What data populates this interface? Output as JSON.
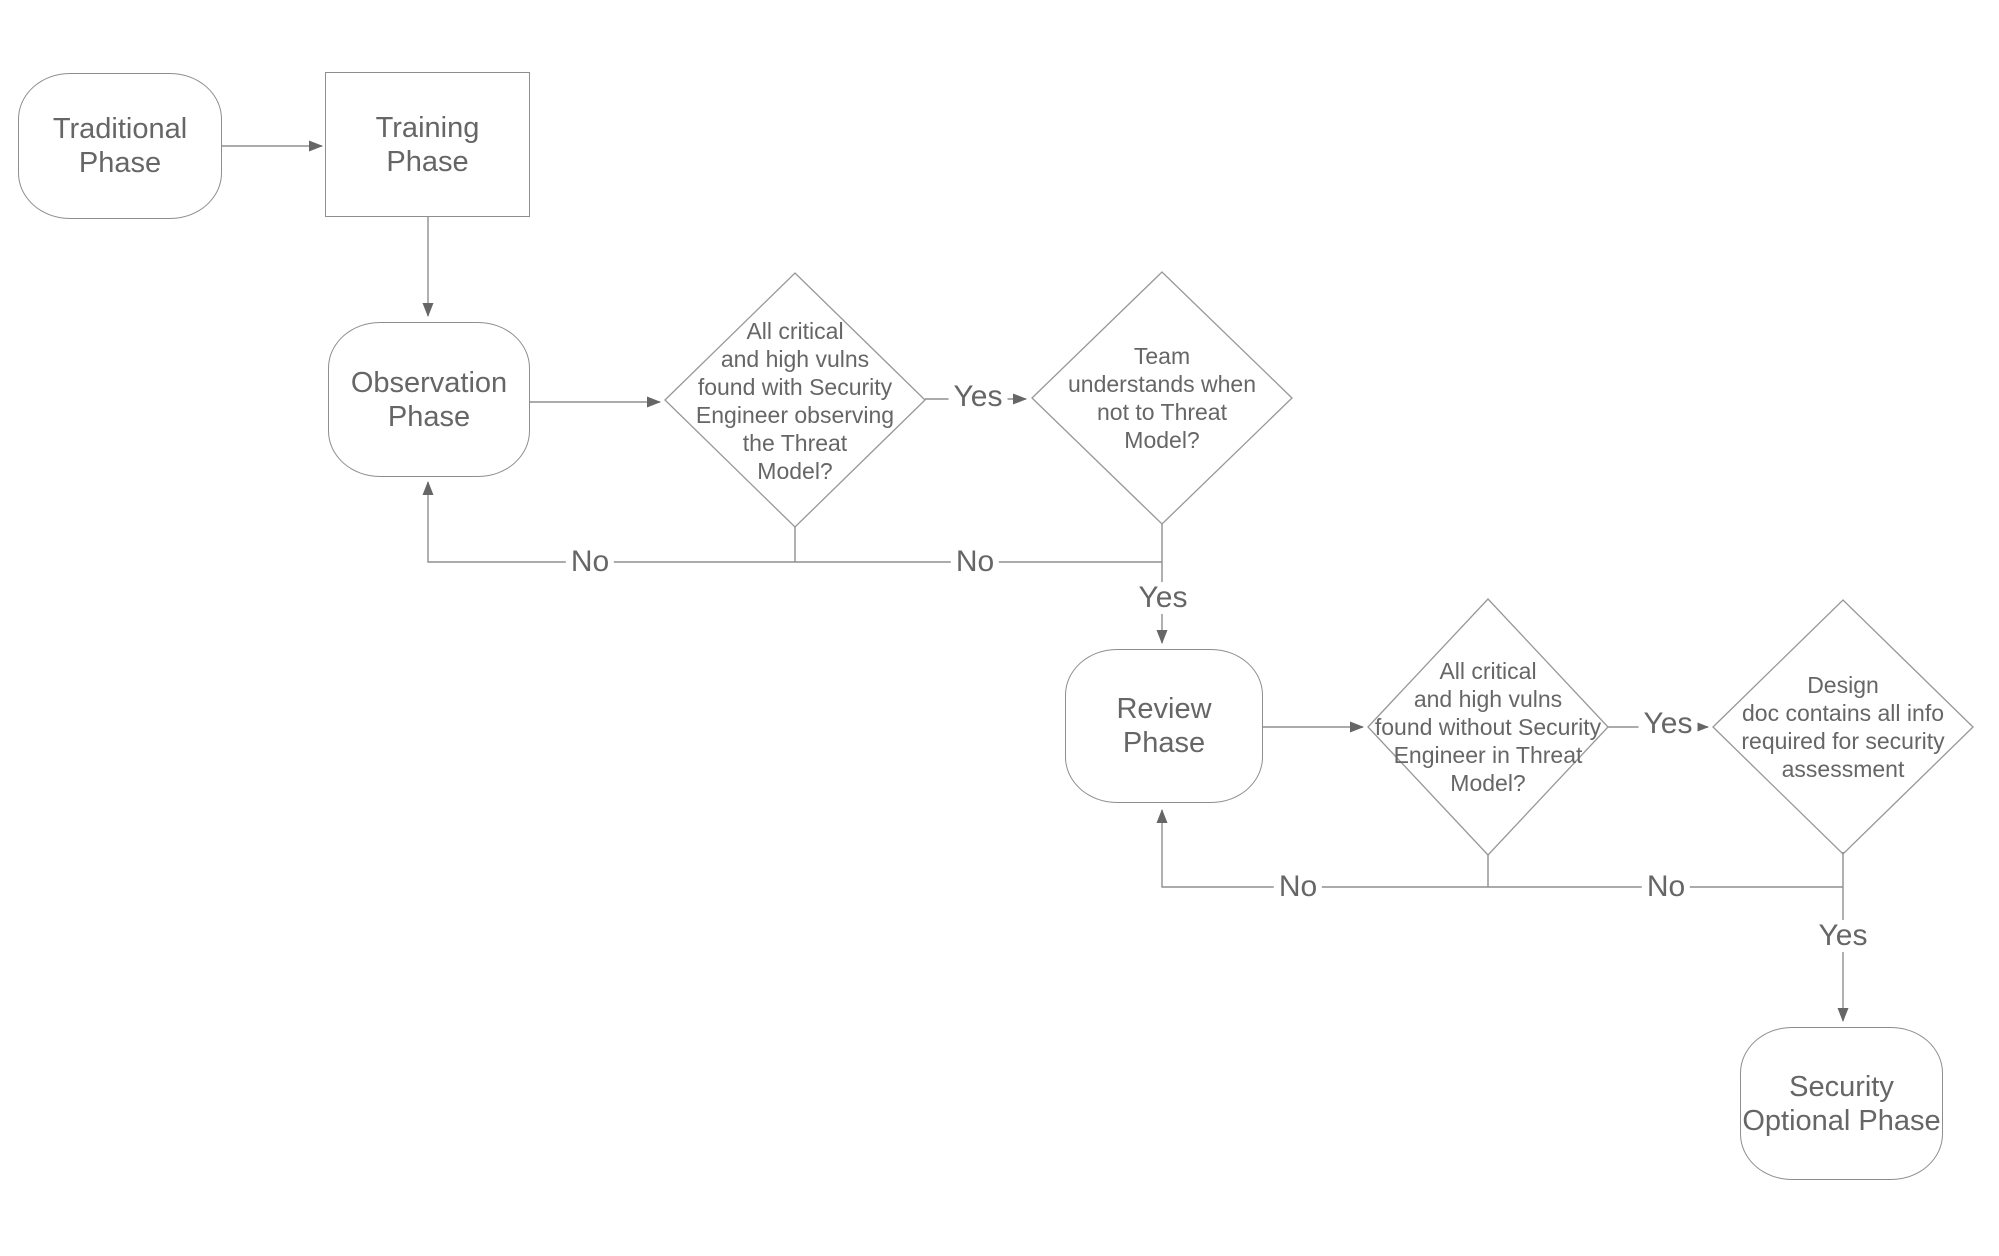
{
  "diagram": {
    "colors": {
      "background": "#ffffff",
      "line": "#8f8f8f",
      "arrowhead": "#666666",
      "shape_border": "#8e8e8e",
      "text": "#666666"
    },
    "nodes": {
      "traditional": {
        "label": [
          "Traditional",
          "Phase"
        ]
      },
      "training": {
        "label": [
          "Training",
          "Phase"
        ]
      },
      "observation": {
        "label": [
          "Observation",
          "Phase"
        ]
      },
      "review": {
        "label": [
          "Review",
          "Phase"
        ]
      },
      "security_optional": {
        "label": [
          "Security",
          "Optional Phase"
        ]
      }
    },
    "decisions": {
      "d1": {
        "label": [
          "All critical",
          "and high vulns",
          "found with Security",
          "Engineer observing",
          "the Threat",
          "Model?"
        ]
      },
      "d2": {
        "label": [
          "Team",
          "understands when",
          "not to Threat",
          "Model?"
        ]
      },
      "d3": {
        "label": [
          "All critical",
          "and high vulns",
          "found without Security",
          "Engineer in Threat",
          "Model?"
        ]
      },
      "d4": {
        "label": [
          "Design",
          "doc contains all info",
          "required for security",
          "assessment"
        ]
      }
    },
    "edge_labels": {
      "d1_yes": "Yes",
      "d1_no": "No",
      "d2_yes": "Yes",
      "d2_no": "No",
      "d3_yes": "Yes",
      "d3_no": "No",
      "d4_yes": "Yes",
      "d4_no": "No"
    }
  }
}
